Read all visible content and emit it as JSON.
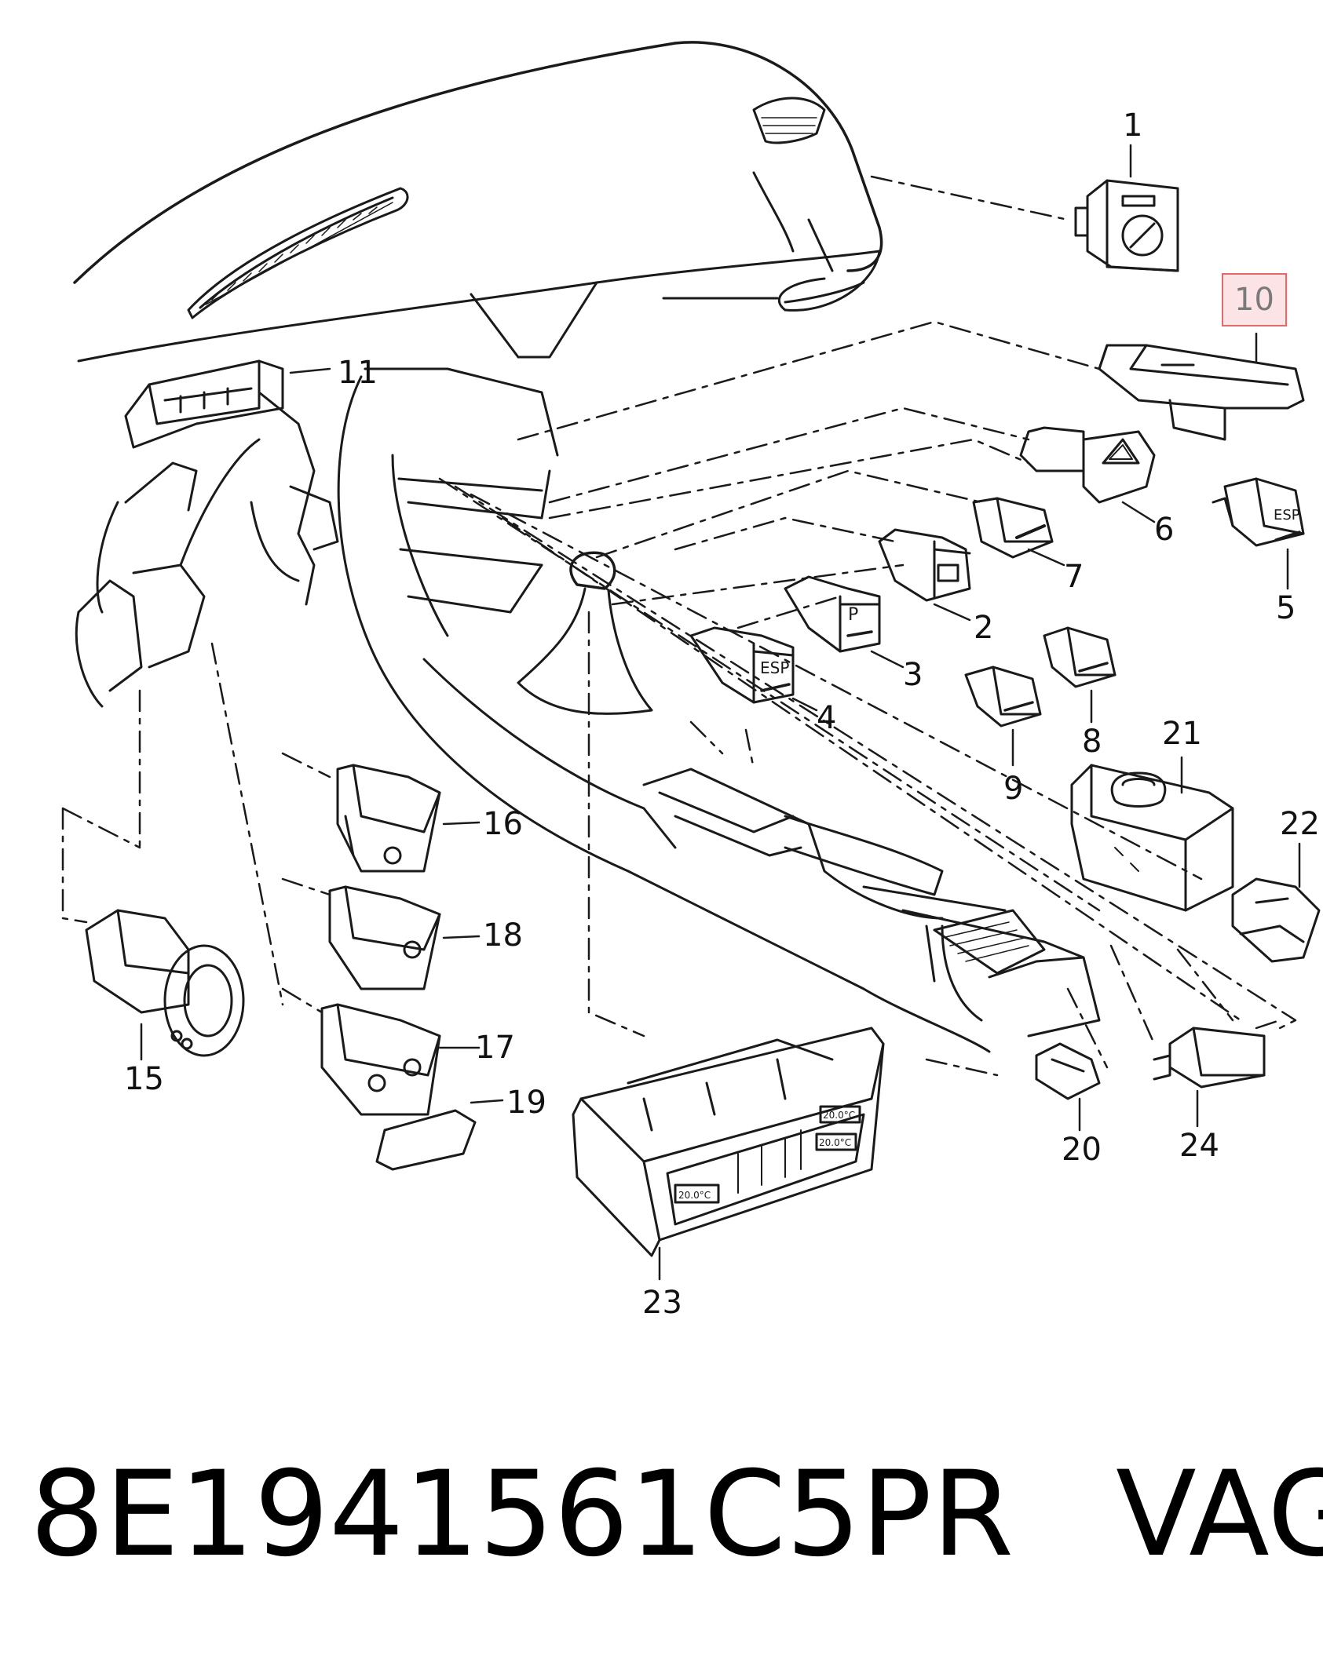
{
  "callouts": [
    {
      "id": "1",
      "label": "1"
    },
    {
      "id": "10",
      "label": "10",
      "highlighted": true
    },
    {
      "id": "11",
      "label": "11"
    },
    {
      "id": "6",
      "label": "6"
    },
    {
      "id": "7",
      "label": "7"
    },
    {
      "id": "5",
      "label": "5"
    },
    {
      "id": "2",
      "label": "2"
    },
    {
      "id": "3",
      "label": "3"
    },
    {
      "id": "4",
      "label": "4"
    },
    {
      "id": "8",
      "label": "8"
    },
    {
      "id": "9",
      "label": "9"
    },
    {
      "id": "21",
      "label": "21"
    },
    {
      "id": "22",
      "label": "22"
    },
    {
      "id": "16",
      "label": "16"
    },
    {
      "id": "18",
      "label": "18"
    },
    {
      "id": "17",
      "label": "17"
    },
    {
      "id": "19",
      "label": "19"
    },
    {
      "id": "15",
      "label": "15"
    },
    {
      "id": "20",
      "label": "20"
    },
    {
      "id": "24",
      "label": "24"
    },
    {
      "id": "23",
      "label": "23"
    }
  ],
  "part_labels": {
    "esp_large": "ESP",
    "esp_small": "ESP",
    "parking": "P",
    "climate_temp_left": "20.0°C",
    "climate_temp_right": "20.0°C",
    "climate_temp_right_mid": "20.0°C"
  },
  "footer": {
    "part_number": "8E1941561C5PR",
    "brand": "VAG"
  },
  "colors": {
    "line": "#1a1a1a",
    "highlight_border": "#e06b6b",
    "highlight_fill": "#fbe3e6"
  }
}
